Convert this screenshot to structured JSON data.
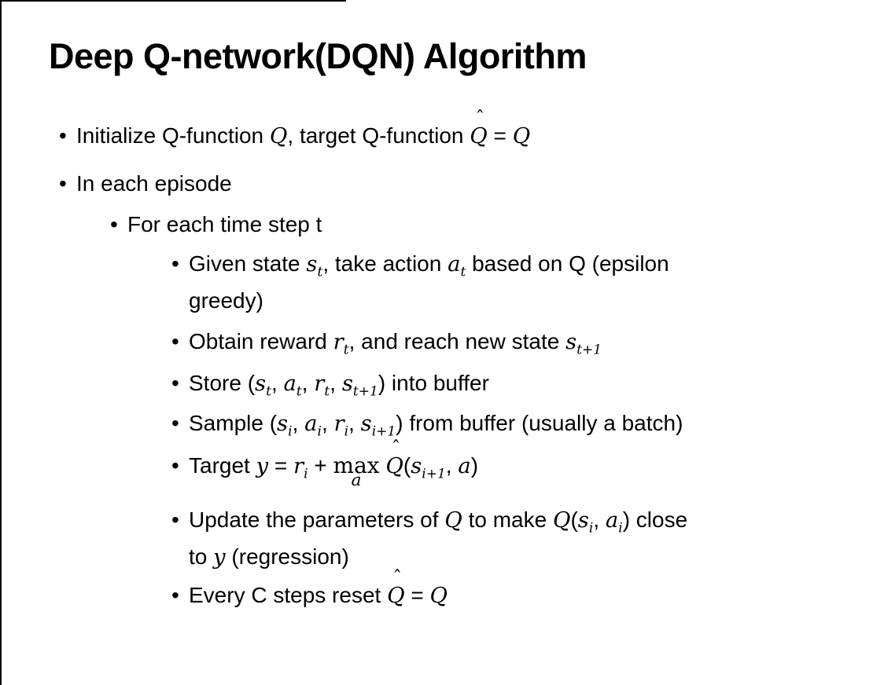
{
  "colors": {
    "background": "#ffffff",
    "text": "#000000",
    "border": "#000000"
  },
  "slide": {
    "title": "Deep Q-network(DQN) Algorithm",
    "bullet_glyph": "•",
    "bullets": [
      {
        "level": 1,
        "name": "initialize",
        "segments": [
          {
            "t": "Initialize Q-function "
          },
          {
            "m": "Q"
          },
          {
            "t": ", target Q-function "
          },
          {
            "m": "Q",
            "hat": true
          },
          {
            "t": " = "
          },
          {
            "m": "Q"
          }
        ]
      },
      {
        "level": 1,
        "name": "each-episode",
        "segments": [
          {
            "t": "In each episode"
          }
        ]
      },
      {
        "level": 2,
        "name": "each-timestep",
        "segments": [
          {
            "t": "For each time step t"
          }
        ]
      },
      {
        "level": 3,
        "name": "given-state",
        "segments": [
          {
            "t": "Given state "
          },
          {
            "m": "s",
            "sub": "t"
          },
          {
            "t": ", take action "
          },
          {
            "m": "a",
            "sub": "t"
          },
          {
            "t": " based on Q (epsilon"
          },
          {
            "br": true
          },
          {
            "t": "greedy)"
          }
        ]
      },
      {
        "level": 3,
        "name": "obtain-reward",
        "segments": [
          {
            "t": "Obtain reward "
          },
          {
            "m": "r",
            "sub": "t"
          },
          {
            "t": ", and reach new state "
          },
          {
            "m": "s",
            "sub": "t+1"
          }
        ]
      },
      {
        "level": 3,
        "name": "store-buffer",
        "segments": [
          {
            "t": "Store ("
          },
          {
            "m": "s",
            "sub": "t"
          },
          {
            "t": ", "
          },
          {
            "m": "a",
            "sub": "t"
          },
          {
            "t": ", "
          },
          {
            "m": "r",
            "sub": "t"
          },
          {
            "t": ", "
          },
          {
            "m": "s",
            "sub": "t+1"
          },
          {
            "t": ") into buffer"
          }
        ]
      },
      {
        "level": 3,
        "name": "sample-buffer",
        "segments": [
          {
            "t": "Sample ("
          },
          {
            "m": "s",
            "sub": "i"
          },
          {
            "t": ", "
          },
          {
            "m": "a",
            "sub": "i"
          },
          {
            "t": ", "
          },
          {
            "m": "r",
            "sub": "i"
          },
          {
            "t": ", "
          },
          {
            "m": "s",
            "sub": "i+1"
          },
          {
            "t": ") from buffer (usually a batch)"
          }
        ]
      },
      {
        "level": 3,
        "name": "target",
        "segments": [
          {
            "t": "Target "
          },
          {
            "m": "y"
          },
          {
            "t": " = "
          },
          {
            "m": "r",
            "sub": "i"
          },
          {
            "t": " + "
          },
          {
            "op": "max",
            "under": "a"
          },
          {
            "t": " "
          },
          {
            "m": "Q",
            "hat": true
          },
          {
            "t": "("
          },
          {
            "m": "s",
            "sub": "i+1"
          },
          {
            "t": ", "
          },
          {
            "m": "a"
          },
          {
            "t": ")"
          }
        ]
      },
      {
        "level": 3,
        "name": "update-parameters",
        "segments": [
          {
            "t": "Update the parameters of "
          },
          {
            "m": "Q"
          },
          {
            "t": " to make "
          },
          {
            "m": "Q"
          },
          {
            "t": "("
          },
          {
            "m": "s",
            "sub": "i"
          },
          {
            "t": ", "
          },
          {
            "m": "a",
            "sub": "i"
          },
          {
            "t": ") close"
          },
          {
            "br": true
          },
          {
            "t": "to "
          },
          {
            "m": "y"
          },
          {
            "t": " (regression)"
          }
        ]
      },
      {
        "level": 3,
        "name": "reset-target",
        "segments": [
          {
            "t": "Every C steps reset "
          },
          {
            "m": "Q",
            "hat": true
          },
          {
            "t": " = "
          },
          {
            "m": "Q"
          }
        ]
      }
    ]
  }
}
